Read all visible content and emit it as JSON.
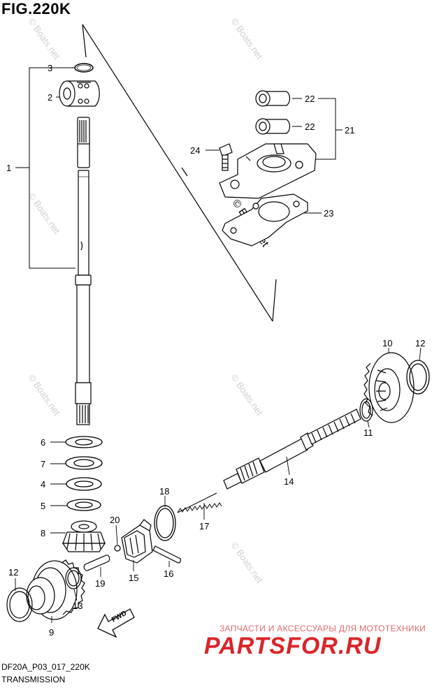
{
  "figure": {
    "title": "FIG.220K",
    "code": "DF20A_P03_017_220K",
    "subtitle": "TRANSMISSION"
  },
  "callouts": [
    "1",
    "2",
    "3",
    "4",
    "5",
    "6",
    "7",
    "8",
    "9",
    "10",
    "11",
    "12",
    "12",
    "13",
    "14",
    "15",
    "16",
    "17",
    "18",
    "19",
    "20",
    "21",
    "22",
    "22",
    "23",
    "24"
  ],
  "fwd_label": "FWD",
  "watermark": "© Boats.net",
  "advert": {
    "tagline": "ЗАПЧАСТИ И АКСЕССУАРЫ ДЛЯ МОТОТЕХНИКИ",
    "logo": "PARTSFOR.RU",
    "color": "#d9262a"
  }
}
